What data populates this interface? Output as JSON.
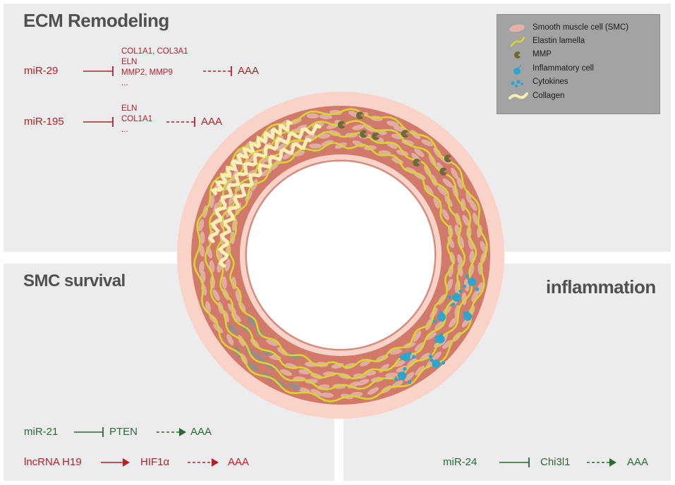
{
  "panels": {
    "ecm": {
      "title": "ECM Remodeling",
      "rows": [
        {
          "regulator": "miR-29",
          "targets": [
            "COL1A1, COL3A1",
            "ELN",
            "MMP2, MMP9",
            "..."
          ],
          "outcome": "AAA"
        },
        {
          "regulator": "miR-195",
          "targets": [
            "ELN",
            "COL1A1",
            "..."
          ],
          "outcome": "AAA"
        }
      ]
    },
    "smc": {
      "title": "SMC survival",
      "rows": [
        {
          "regulator": "miR-21",
          "target": "PTEN",
          "outcome": "AAA"
        },
        {
          "regulator": "lncRNA H19",
          "target": "HIF1α",
          "outcome": "AAA"
        }
      ]
    },
    "inflammation": {
      "title": "inflammation",
      "rows": [
        {
          "regulator": "miR-24",
          "target": "Chi3l1",
          "outcome": "AAA"
        }
      ]
    }
  },
  "legend": {
    "items": [
      {
        "label": "Smooth muscle cell (SMC)",
        "icon": "smc-icon"
      },
      {
        "label": "Elastin lamella",
        "icon": "elastin-icon"
      },
      {
        "label": "MMP",
        "icon": "mmp-icon"
      },
      {
        "label": "Inflammatory cell",
        "icon": "inflammatory-cell-icon"
      },
      {
        "label": "Cytokines",
        "icon": "cytokines-icon"
      },
      {
        "label": "Collagen",
        "icon": "collagen-icon"
      }
    ]
  },
  "colors": {
    "panel_bg": "#ececec",
    "title": "#505050",
    "inhibit_red": "#b2202a",
    "activate_green": "#2a6a34",
    "adventitia": "#f9d3c8",
    "media": "#d17a6a",
    "elastin": "#d6d630",
    "collagen": "#f7efb4",
    "smc": "#e2b2a6",
    "inflammatory": "#2ba6cf",
    "legend_bg": "#a3a3a3"
  }
}
